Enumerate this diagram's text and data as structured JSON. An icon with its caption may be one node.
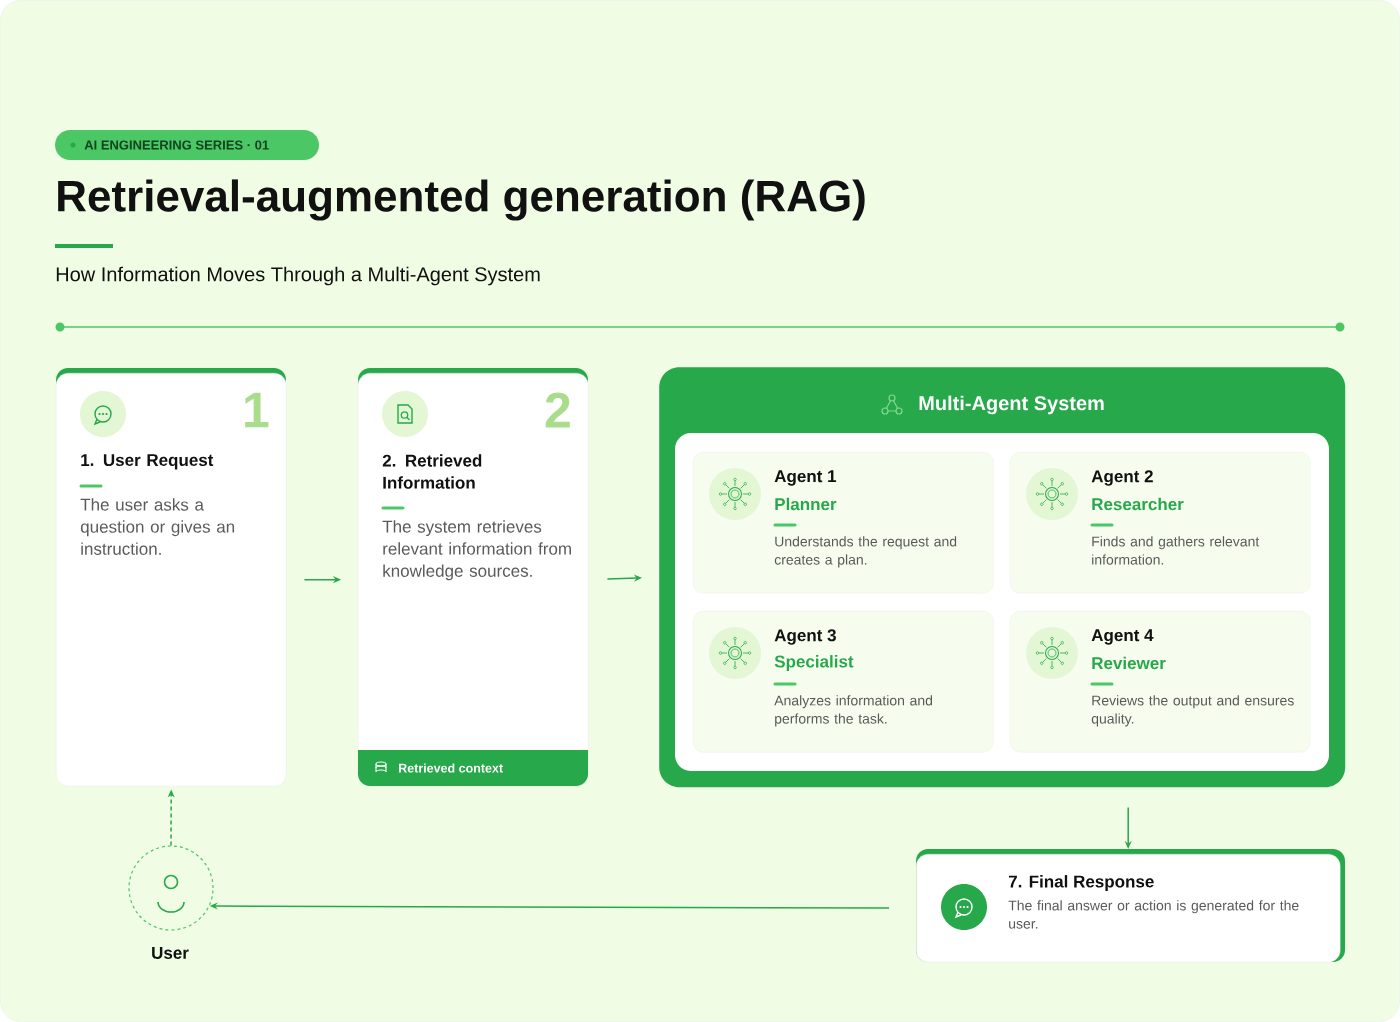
{
  "diagram": {
    "title": "Retrieval-augmented generation (RAG)",
    "nodes": [
      {
        "text": [
          "1",
          "1. User Request",
          "The user asks a question or gives an instruction."
        ]
      },
      {
        "text": [
          "2",
          "2. Retrieved Information",
          "The system retrieves relevant information from knowledge sources.",
          "Retrieved context"
        ]
      },
      {
        "text": [
          "Multi-Agent System"
        ]
      },
      {
        "text": [
          "Agent 1",
          "Planner",
          "Understands the request and creates a plan."
        ],
        "in": 2
      },
      {
        "text": [
          "Agent 2",
          "Researcher",
          "Finds and gathers relevant information."
        ],
        "in": 2
      },
      {
        "text": [
          "Agent 3",
          "Specialist",
          "Analyzes information and performs the task."
        ],
        "in": 2
      },
      {
        "text": [
          "Agent 4",
          "Reviewer",
          "Reviews the output and ensures quality."
        ],
        "in": 2
      },
      {
        "text": [
          "7. Final Response",
          "The final answer or action is generated for the user."
        ]
      },
      {
        "text": [],
        "shape": "circle",
        "beside": [
          "User"
        ]
      }
    ],
    "edges": [
      {
        "from": 0,
        "to": 1,
        "arrow": "to"
      },
      {
        "from": 1,
        "to": 2,
        "arrow": "to"
      },
      {
        "from": 2,
        "to": 7,
        "arrow": "to"
      },
      {
        "from": 7,
        "to": 8,
        "arrow": "to"
      },
      {
        "from": 8,
        "to": 0,
        "arrow": "to",
        "style": "dashed"
      }
    ],
    "labels": [
      "AI ENGINEERING SERIES · 01",
      "How Information Moves Through a Multi-Agent System"
    ]
  }
}
